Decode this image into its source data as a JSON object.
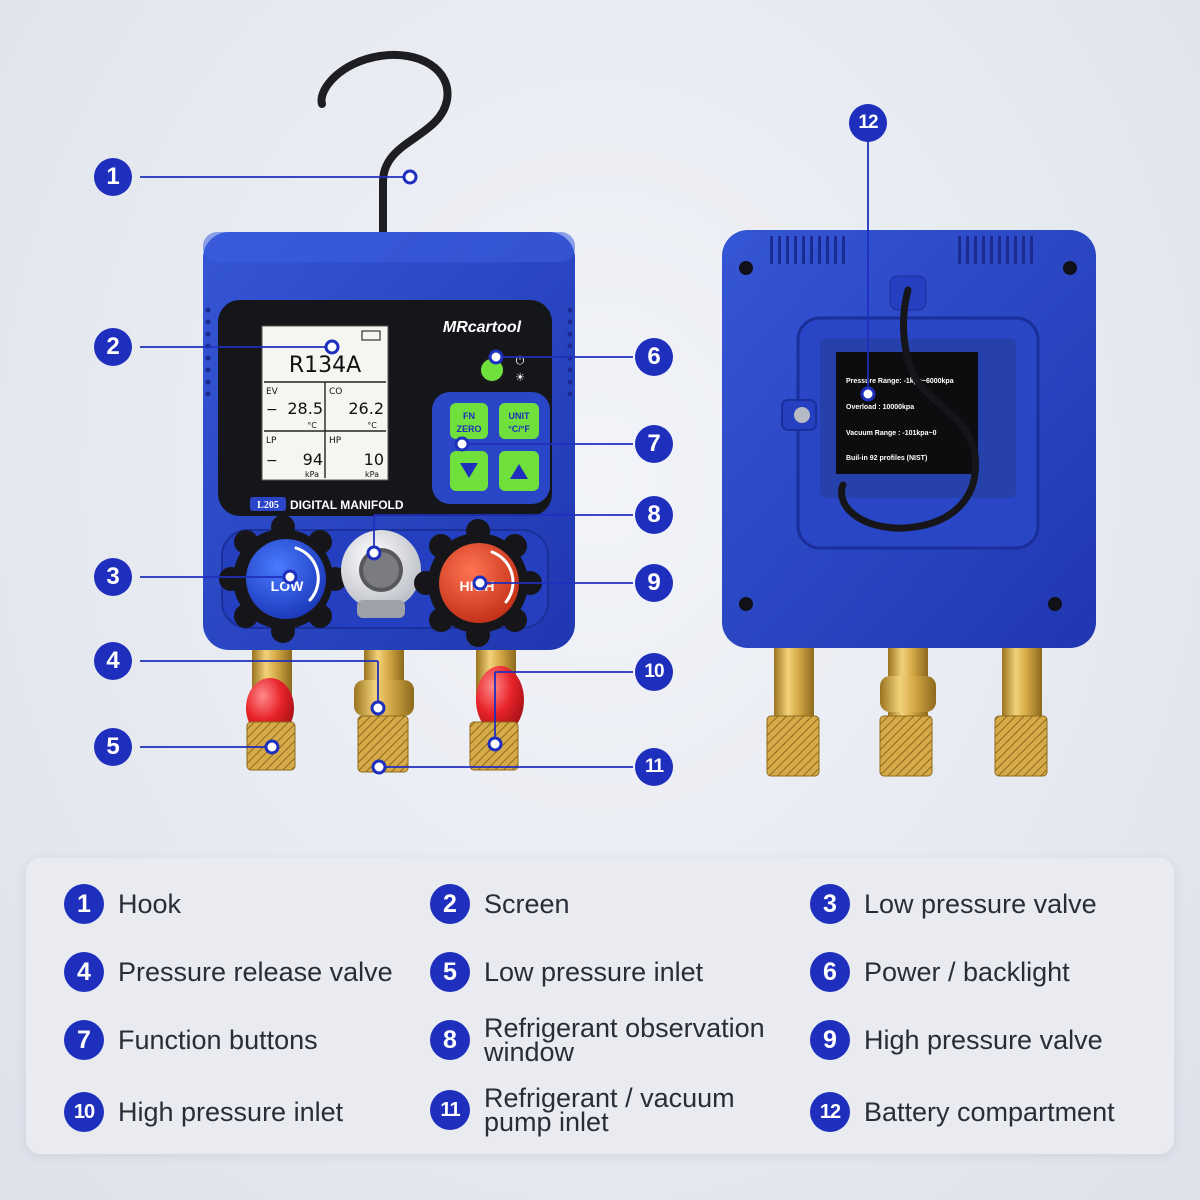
{
  "device": {
    "brand": "MRcartool",
    "model": "L205",
    "model_label": "DIGITAL MANIFOLD",
    "screen": {
      "refrigerant": "R134A",
      "ev_label": "EV",
      "ev_value": "28.5",
      "ev_unit": "°C",
      "co_label": "CO",
      "co_value": "26.2",
      "co_unit": "°C",
      "lp_label": "LP",
      "lp_value": "94",
      "lp_unit": "kPa",
      "hp_label": "HP",
      "hp_value": "10",
      "hp_unit": "kPa",
      "dash": "−"
    },
    "buttons": {
      "fn_line1": "FN",
      "fn_line2": "ZERO",
      "unit_line1": "UNIT",
      "unit_line2": "°C/°F",
      "power_symbol": "⏻",
      "backlight_symbol": "☀"
    },
    "knobs": {
      "low_label": "LOW",
      "high_label": "HIGH"
    },
    "back_label": {
      "line1": "Pressure Range: -1kpa~6000kpa",
      "line2": "Overload : 10000kpa",
      "line3": "Vacuum Range : -101kpa~0",
      "line4": "Buil-in 92 profiles (NIST)"
    }
  },
  "callouts": [
    "1",
    "2",
    "3",
    "4",
    "5",
    "6",
    "7",
    "8",
    "9",
    "10",
    "11",
    "12"
  ],
  "legend": [
    {
      "num": "1",
      "label": "Hook"
    },
    {
      "num": "2",
      "label": "Screen"
    },
    {
      "num": "3",
      "label": "Low pressure valve"
    },
    {
      "num": "4",
      "label": "Pressure release valve"
    },
    {
      "num": "5",
      "label": "Low pressure inlet"
    },
    {
      "num": "6",
      "label": "Power / backlight"
    },
    {
      "num": "7",
      "label": "Function buttons"
    },
    {
      "num": "8",
      "label": "Refrigerant observation window"
    },
    {
      "num": "9",
      "label": "High pressure valve"
    },
    {
      "num": "10",
      "label": "High pressure inlet"
    },
    {
      "num": "11",
      "label": "Refrigerant / vacuum pump inlet"
    },
    {
      "num": "12",
      "label": "Battery compartment"
    }
  ],
  "colors": {
    "accent": "#1f2fbd",
    "body_blue": "#2b45c8",
    "low_knob": "#2048d8",
    "high_knob": "#e04226",
    "button_green": "#6fe03c",
    "brass": "#d4a94a",
    "valve_red": "#e0202a"
  }
}
